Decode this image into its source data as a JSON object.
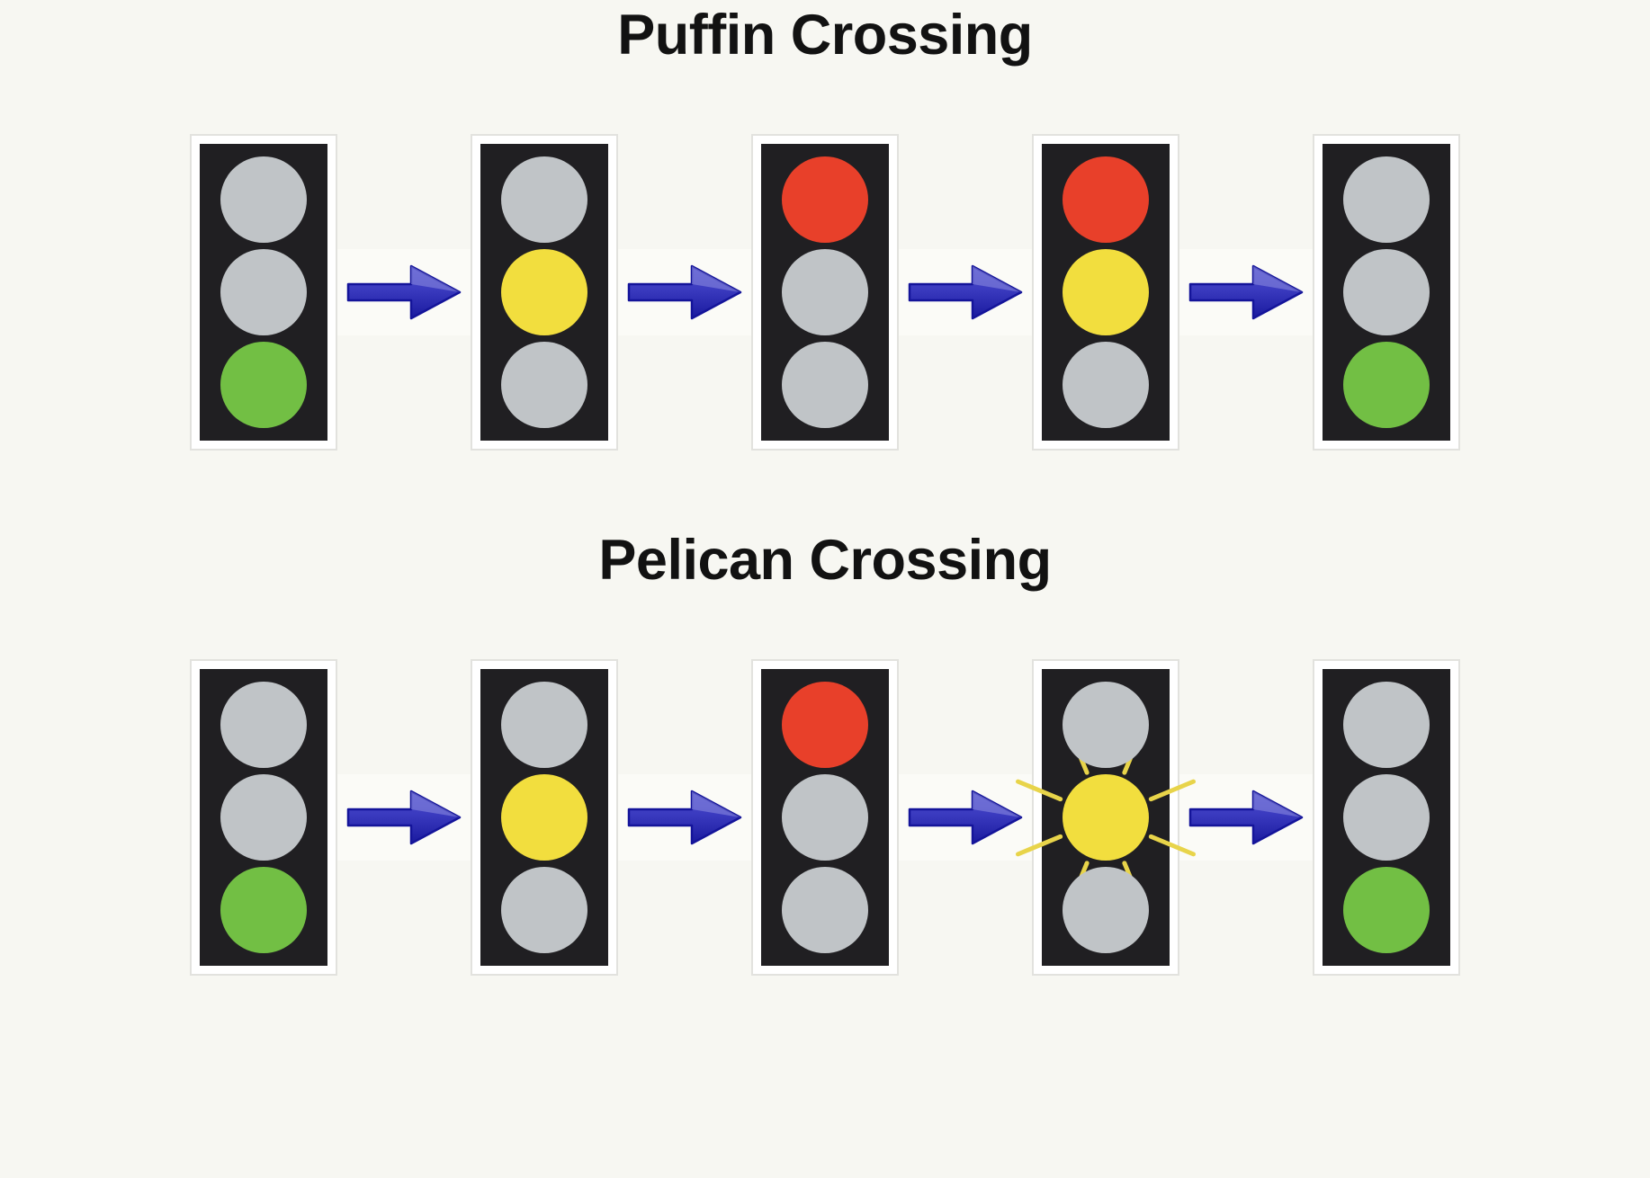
{
  "page": {
    "background_color": "#F7F7F2",
    "title_color": "#121212"
  },
  "colors": {
    "housing": "#201F22",
    "bezel": "#FFFFFF",
    "lamp_off": "#C0C4C7",
    "red": "#E8402A",
    "amber": "#F2DE3E",
    "green": "#72BF44",
    "arrow_light": "#4A4ACB",
    "arrow_dark": "#1A1A9E",
    "flash_ray": "#E8D44A"
  },
  "sections": [
    {
      "id": "puffin",
      "title": "Puffin Crossing",
      "arrow_label": "next-state-arrow",
      "steps": [
        {
          "name": "green-go",
          "lamps": [
            "off",
            "off",
            "green"
          ],
          "flashing": false
        },
        {
          "name": "amber-stop",
          "lamps": [
            "off",
            "amber",
            "off"
          ],
          "flashing": false
        },
        {
          "name": "red-stop",
          "lamps": [
            "red",
            "off",
            "off"
          ],
          "flashing": false
        },
        {
          "name": "red-amber-get-ready",
          "lamps": [
            "red",
            "amber",
            "off"
          ],
          "flashing": false
        },
        {
          "name": "green-go-again",
          "lamps": [
            "off",
            "off",
            "green"
          ],
          "flashing": false
        }
      ]
    },
    {
      "id": "pelican",
      "title": "Pelican Crossing",
      "arrow_label": "next-state-arrow",
      "steps": [
        {
          "name": "green-go",
          "lamps": [
            "off",
            "off",
            "green"
          ],
          "flashing": false
        },
        {
          "name": "amber-stop",
          "lamps": [
            "off",
            "amber",
            "off"
          ],
          "flashing": false
        },
        {
          "name": "red-stop",
          "lamps": [
            "red",
            "off",
            "off"
          ],
          "flashing": false
        },
        {
          "name": "flashing-amber",
          "lamps": [
            "off",
            "amber",
            "off"
          ],
          "flashing": true
        },
        {
          "name": "green-go-again",
          "lamps": [
            "off",
            "off",
            "green"
          ],
          "flashing": false
        }
      ]
    }
  ]
}
